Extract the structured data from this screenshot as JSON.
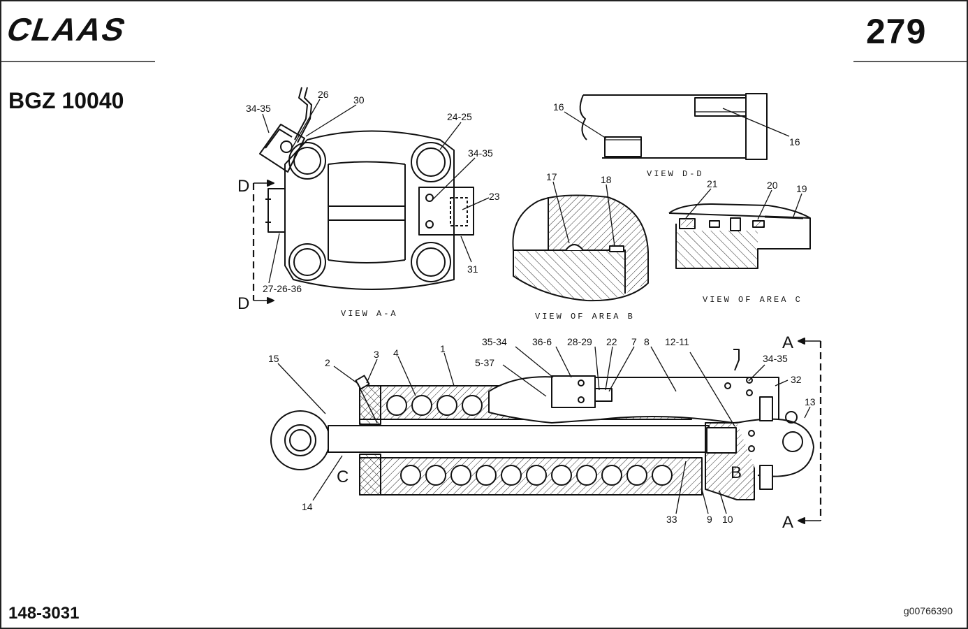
{
  "header": {
    "brand": "CLAAS",
    "page_number": "279",
    "model": "BGZ 10040"
  },
  "footer": {
    "part_number": "148-3031",
    "image_code": "g00766390"
  },
  "views": {
    "view_aa": "VIEW A-A",
    "view_dd": "VIEW D-D",
    "area_b": "VIEW OF AREA B",
    "area_c": "VIEW OF AREA C"
  },
  "section_letters": {
    "a": "A",
    "b": "B",
    "c": "C",
    "d": "D"
  },
  "callouts": {
    "c34_35": "34-35",
    "c26": "26",
    "c30": "30",
    "c24_25": "24-25",
    "c23": "23",
    "c31": "31",
    "c27_26_36": "27-26-36",
    "c16": "16",
    "c17": "17",
    "c18": "18",
    "c21": "21",
    "c20": "20",
    "c19": "19",
    "c15": "15",
    "c2": "2",
    "c3": "3",
    "c4": "4",
    "c1": "1",
    "c35_34": "35-34",
    "c5_37": "5-37",
    "c36_6": "36-6",
    "c28_29": "28-29",
    "c22": "22",
    "c7": "7",
    "c8": "8",
    "c12_11": "12-11",
    "c32": "32",
    "c13": "13",
    "c14": "14",
    "c33": "33",
    "c9": "9",
    "c10": "10"
  }
}
